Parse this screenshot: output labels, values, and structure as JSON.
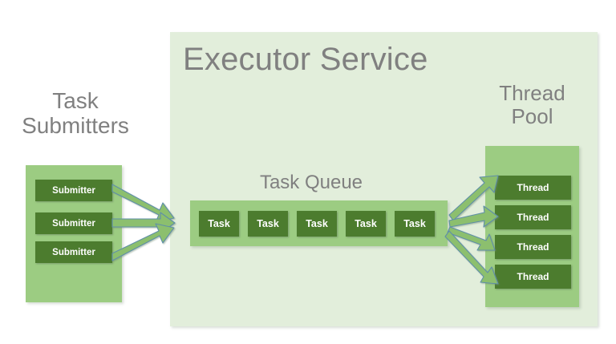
{
  "diagram": {
    "title": "Executor Service",
    "background_color": "#ffffff"
  },
  "palette": {
    "panel_bg": "#e2eedb",
    "group_bg": "#9ccc82",
    "chip_bg": "#4c7c2e",
    "chip_text": "#ffffff",
    "caption_text": "#808080",
    "arrow_fill": "#8cbf6e",
    "arrow_stroke": "#5f8fa8"
  },
  "submitters": {
    "caption": "Task\nSubmitters",
    "caption_line1": "Task",
    "caption_line2": "Submitters",
    "items": [
      {
        "label": "Submitter"
      },
      {
        "label": "Submitter"
      },
      {
        "label": "Submitter"
      }
    ]
  },
  "task_queue": {
    "caption": "Task Queue",
    "items": [
      {
        "label": "Task"
      },
      {
        "label": "Task"
      },
      {
        "label": "Task"
      },
      {
        "label": "Task"
      },
      {
        "label": "Task"
      }
    ]
  },
  "thread_pool": {
    "caption_line1": "Thread",
    "caption_line2": "Pool",
    "items": [
      {
        "label": "Thread"
      },
      {
        "label": "Thread"
      },
      {
        "label": "Thread"
      },
      {
        "label": "Thread"
      }
    ]
  },
  "arrows": {
    "submitters_to_queue_count": 3,
    "queue_to_threads_count": 4
  }
}
